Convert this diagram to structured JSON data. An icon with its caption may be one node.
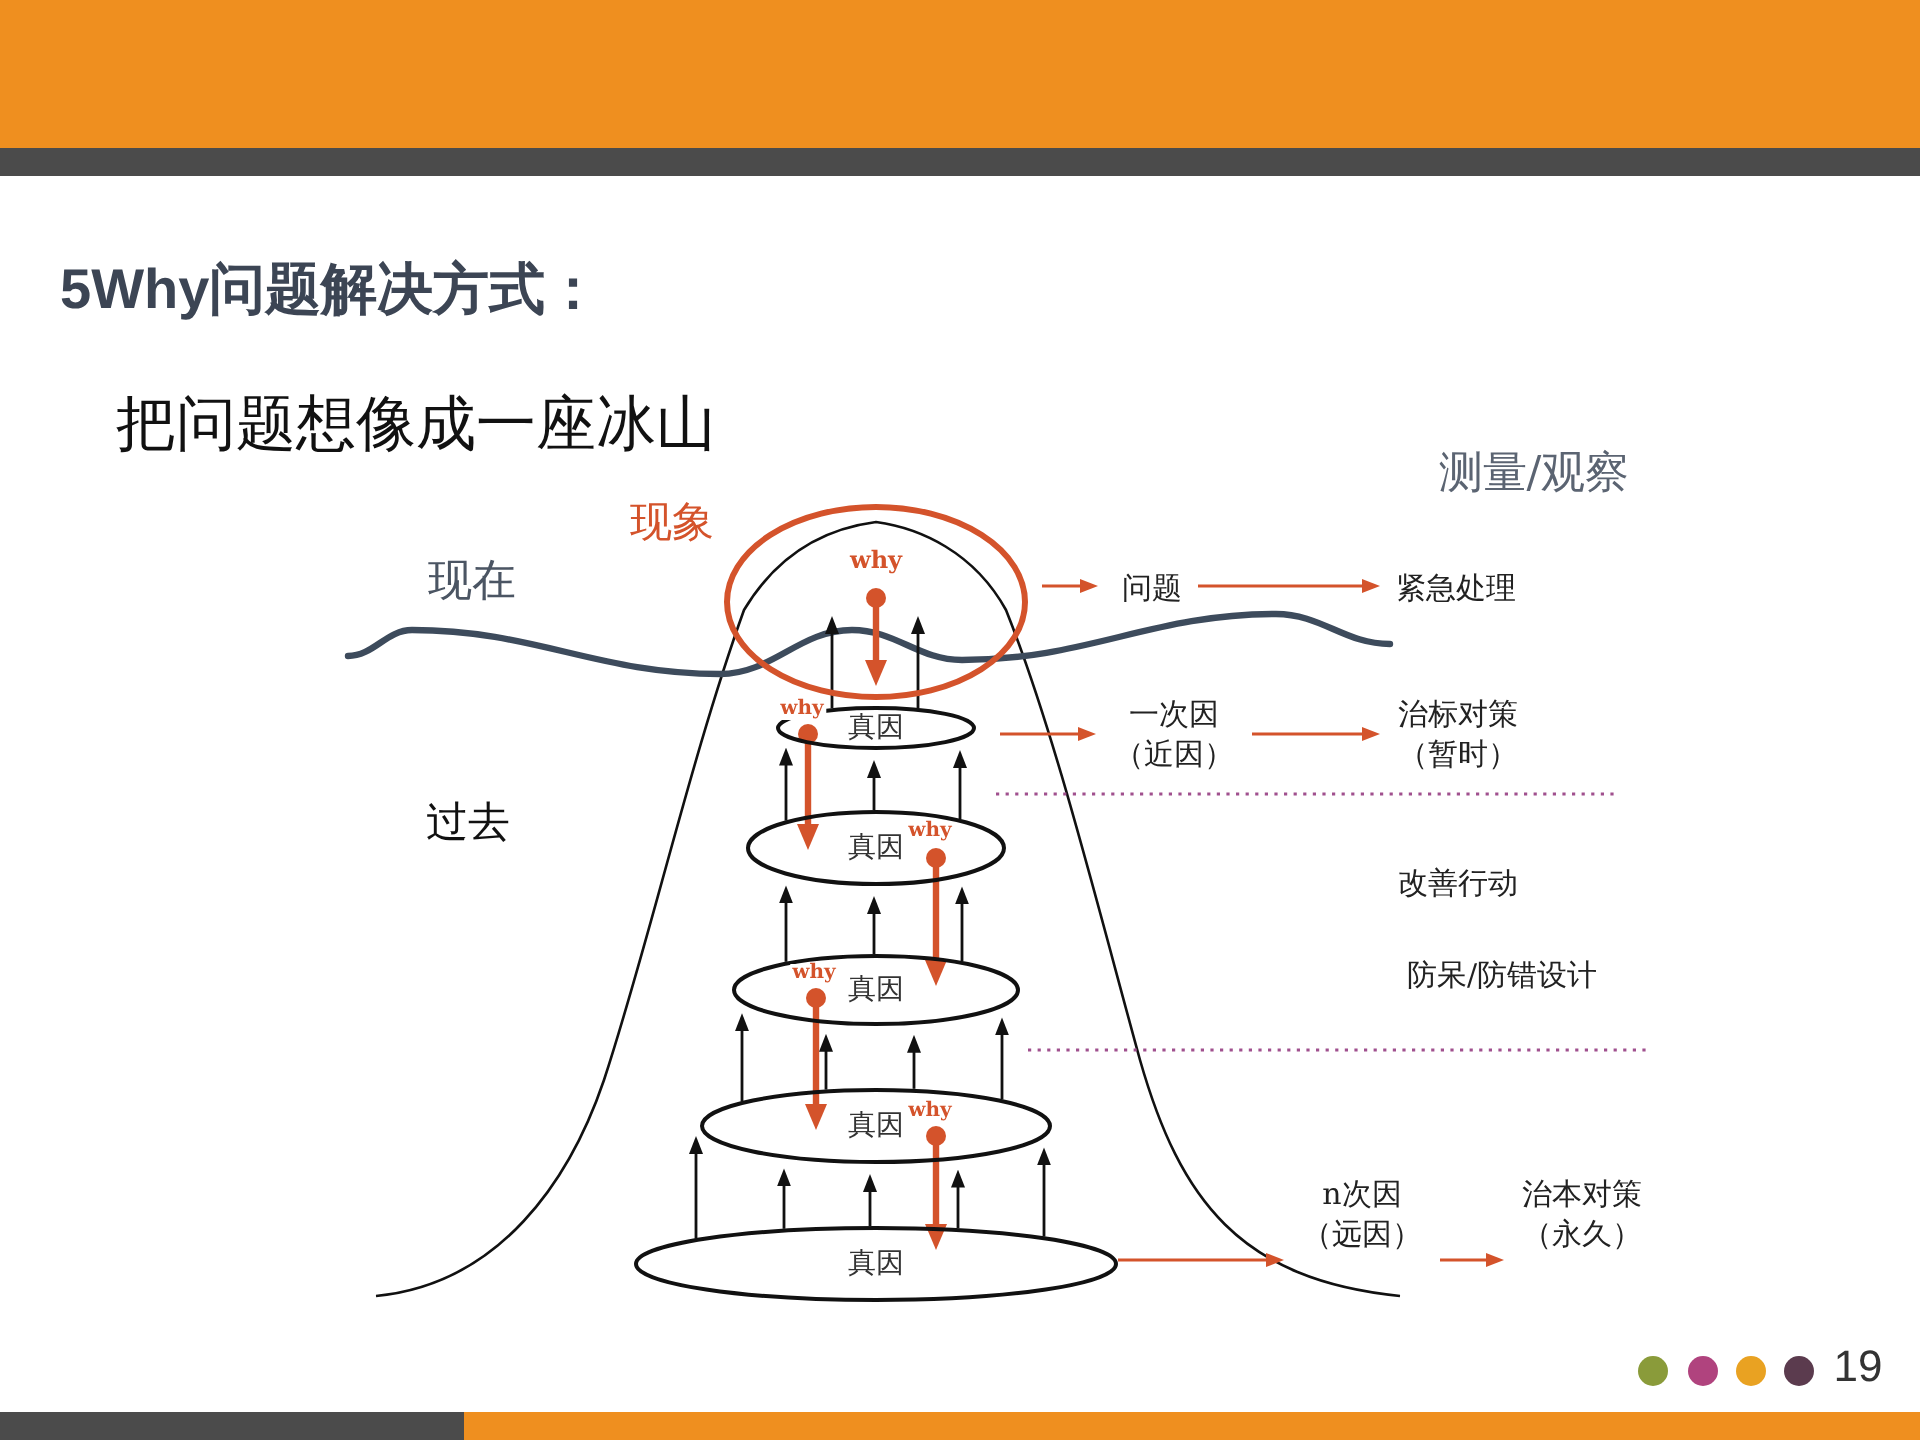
{
  "diagram": {
    "title": "5Why问题解决方式：",
    "nodes": [
      {
        "text": [
          "现象"
        ]
      },
      {
        "text": [
          "真因"
        ]
      },
      {
        "text": [
          "真因"
        ]
      },
      {
        "text": [
          "真因"
        ]
      },
      {
        "text": [
          "真因"
        ]
      },
      {
        "text": [
          "真因"
        ]
      },
      {
        "text": [
          "问题"
        ]
      },
      {
        "text": [
          "紧急处理"
        ]
      },
      {
        "text": [
          "一次因（近因）"
        ]
      },
      {
        "text": [
          "治标对策（暂时）"
        ]
      },
      {
        "text": [
          "n次因（远因）"
        ]
      },
      {
        "text": [
          "治本对策（永久）"
        ]
      }
    ],
    "edges": [
      {
        "from": 0,
        "to": 1,
        "arrow": "to",
        "label": "why",
        "style": "thick",
        "color": "#d4532b"
      },
      {
        "from": 1,
        "to": 2,
        "arrow": "to",
        "label": "why",
        "style": "thick",
        "color": "#d4532b"
      },
      {
        "from": 2,
        "to": 3,
        "arrow": "to",
        "label": "why",
        "style": "thick",
        "color": "#d4532b"
      },
      {
        "from": 3,
        "to": 4,
        "arrow": "to",
        "label": "why",
        "style": "thick",
        "color": "#d4532b"
      },
      {
        "from": 4,
        "to": 5,
        "arrow": "to",
        "label": "why",
        "style": "thick",
        "color": "#d4532b"
      },
      {
        "from": 0,
        "to": 6,
        "arrow": "to",
        "color": "#d4532b"
      },
      {
        "from": 6,
        "to": 7,
        "arrow": "to",
        "color": "#d4532b"
      },
      {
        "from": 1,
        "to": 8,
        "arrow": "to",
        "color": "#d4532b"
      },
      {
        "from": 8,
        "to": 9,
        "arrow": "to",
        "color": "#d4532b"
      },
      {
        "from": 5,
        "to": 10,
        "arrow": "to",
        "color": "#d4532b"
      },
      {
        "from": 10,
        "to": 11,
        "arrow": "to",
        "color": "#d4532b"
      },
      {
        "from": 1,
        "to": 0,
        "arrow": "to"
      },
      {
        "from": 1,
        "to": 0,
        "arrow": "to"
      },
      {
        "from": 2,
        "to": 1,
        "arrow": "to"
      },
      {
        "from": 2,
        "to": 1,
        "arrow": "to"
      },
      {
        "from": 2,
        "to": 1,
        "arrow": "to"
      },
      {
        "from": 3,
        "to": 2,
        "arrow": "to"
      },
      {
        "from": 3,
        "to": 2,
        "arrow": "to"
      },
      {
        "from": 3,
        "to": 2,
        "arrow": "to"
      },
      {
        "from": 4,
        "to": 3,
        "arrow": "to"
      },
      {
        "from": 4,
        "to": 3,
        "arrow": "to"
      },
      {
        "from": 4,
        "to": 3,
        "arrow": "to"
      },
      {
        "from": 4,
        "to": 3,
        "arrow": "to"
      },
      {
        "from": 5,
        "to": 4,
        "arrow": "to"
      },
      {
        "from": 5,
        "to": 4,
        "arrow": "to"
      },
      {
        "from": 5,
        "to": 4,
        "arrow": "to"
      },
      {
        "from": 5,
        "to": 4,
        "arrow": "to"
      },
      {
        "from": 5,
        "to": 4,
        "arrow": "to"
      }
    ],
    "labels": [
      "把问题想像成一座冰山",
      "测量/观察",
      "现在",
      "过去",
      "改善行动",
      "防呆/防错设计",
      "19"
    ]
  }
}
